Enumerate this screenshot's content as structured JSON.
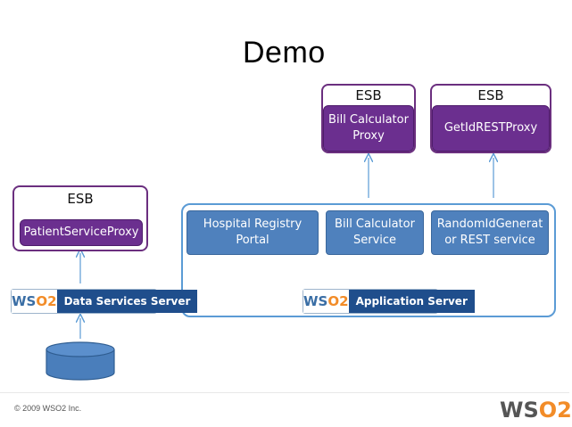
{
  "slide": {
    "title": "Demo",
    "copyright": "© 2009 WSO2 Inc."
  },
  "esb_left": {
    "label": "ESB",
    "proxy": "PatientServiceProxy"
  },
  "esb_mid": {
    "label": "ESB",
    "proxy_line1": "Bill Calculator",
    "proxy_line2": "Proxy"
  },
  "esb_right": {
    "label": "ESB",
    "proxy": "GetIdRESTProxy"
  },
  "services": [
    {
      "line1": "Hospital Registry",
      "line2": "Portal"
    },
    {
      "line1": "Bill Calculator",
      "line2": "Service"
    },
    {
      "line1": "RandomIdGenerat",
      "line2": "or REST  service"
    }
  ],
  "badges": {
    "data_services": {
      "logo": "WS",
      "logo_o2": "O2",
      "name": "Data Services Server"
    },
    "app_server": {
      "logo": "WS",
      "logo_o2": "O2",
      "name": "Application Server"
    }
  },
  "footer_logo": {
    "text": "WS",
    "o2": "O2"
  },
  "colors": {
    "esb_border": "#6b2f7f",
    "proxy_fill": "#6b2f8f",
    "service_fill": "#4f81bd",
    "container_border": "#5b9bd5",
    "arrow": "#5b9bd5",
    "database_fill": "#4a7ebb",
    "badge_fill": "#1f4e8c",
    "logo_accent": "#f28c28"
  }
}
